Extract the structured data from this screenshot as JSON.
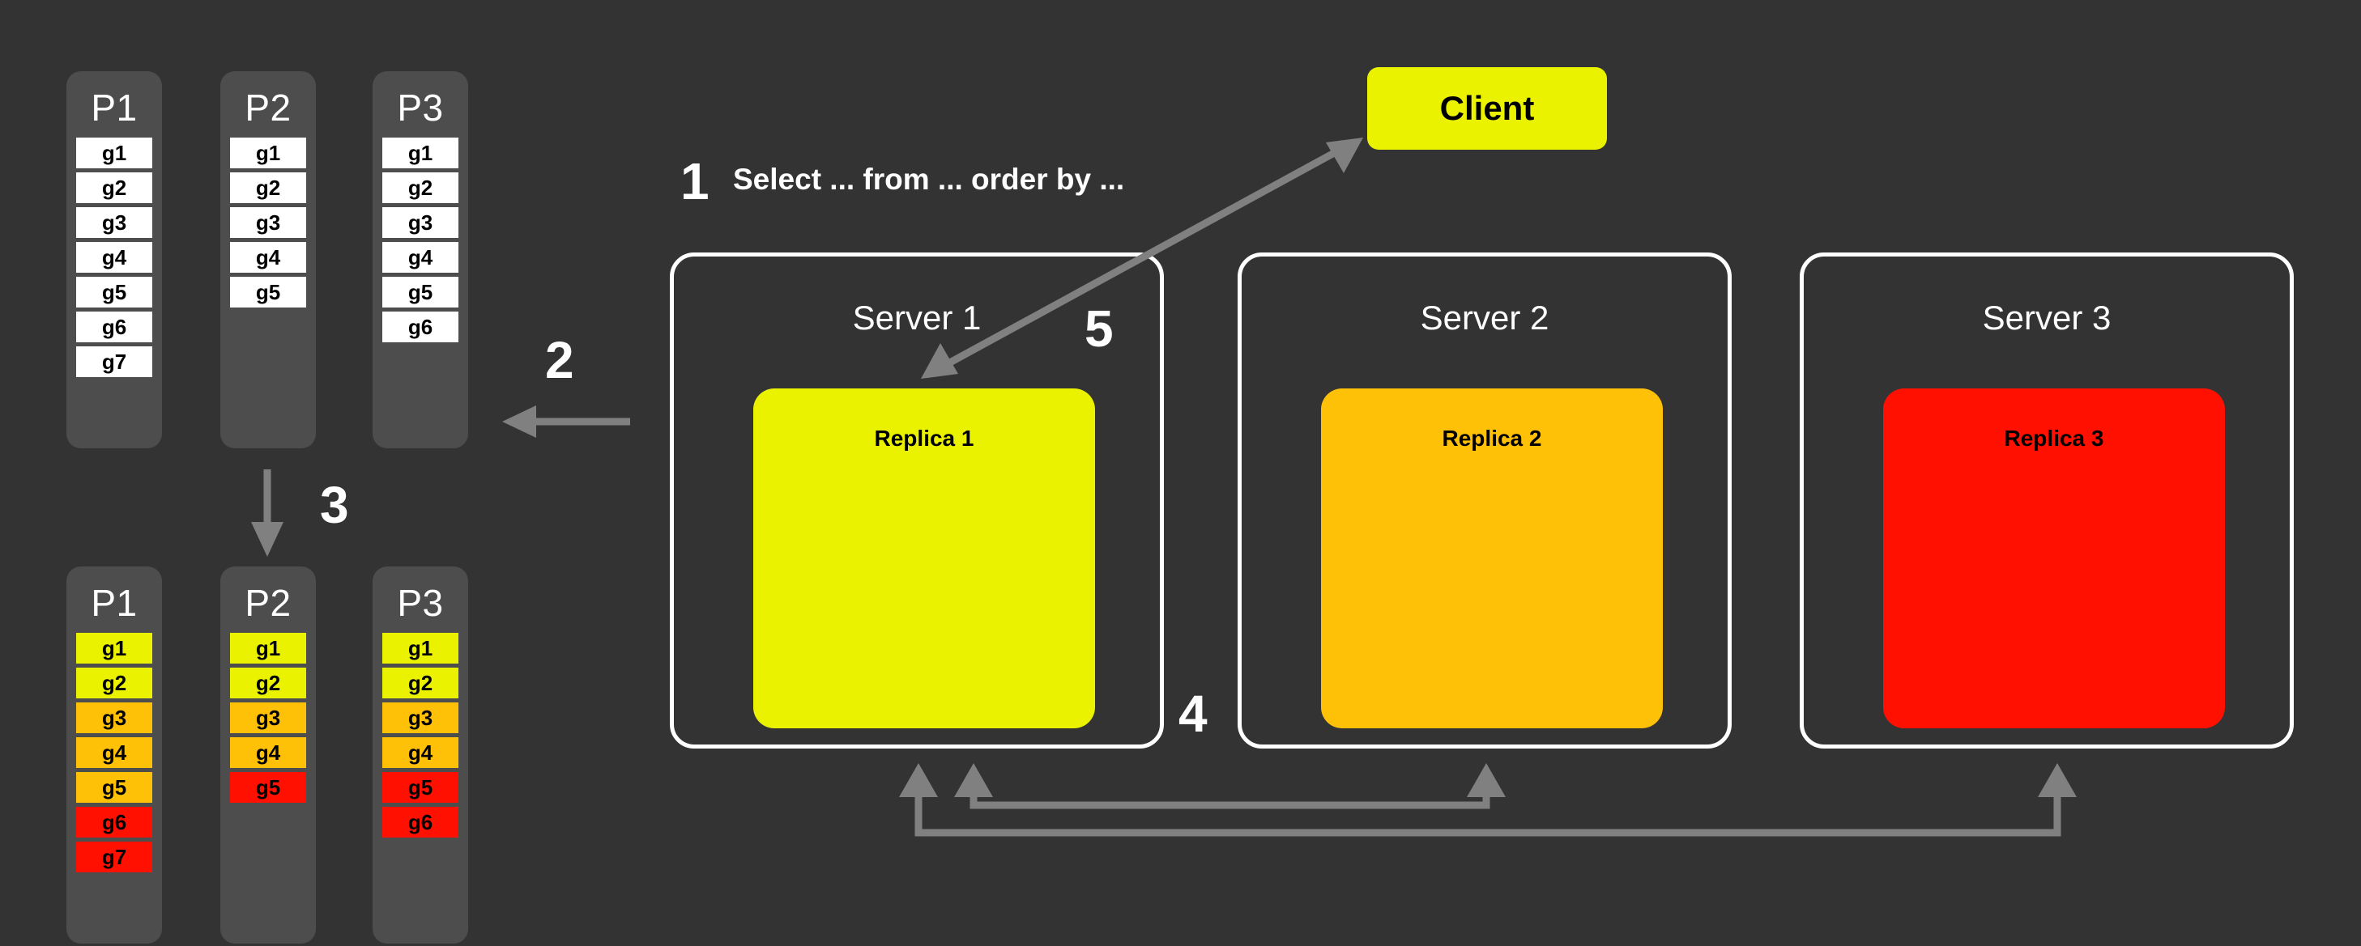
{
  "background_color": "#333333",
  "colors": {
    "column_bg": "#4d4d4d",
    "cell_white": "#ffffff",
    "yellow": "#EAF200",
    "orange": "#FFC107",
    "red": "#FF1000",
    "arrow_gray": "#808080",
    "text_white": "#ffffff",
    "text_black": "#000000",
    "server_border": "#ffffff"
  },
  "partitions_before": {
    "title": "partitions-before-sort",
    "columns": [
      {
        "label": "P1",
        "cells": [
          {
            "text": "g1",
            "color": "#ffffff"
          },
          {
            "text": "g2",
            "color": "#ffffff"
          },
          {
            "text": "g3",
            "color": "#ffffff"
          },
          {
            "text": "g4",
            "color": "#ffffff"
          },
          {
            "text": "g5",
            "color": "#ffffff"
          },
          {
            "text": "g6",
            "color": "#ffffff"
          },
          {
            "text": "g7",
            "color": "#ffffff"
          }
        ]
      },
      {
        "label": "P2",
        "cells": [
          {
            "text": "g1",
            "color": "#ffffff"
          },
          {
            "text": "g2",
            "color": "#ffffff"
          },
          {
            "text": "g3",
            "color": "#ffffff"
          },
          {
            "text": "g4",
            "color": "#ffffff"
          },
          {
            "text": "g5",
            "color": "#ffffff"
          }
        ]
      },
      {
        "label": "P3",
        "cells": [
          {
            "text": "g1",
            "color": "#ffffff"
          },
          {
            "text": "g2",
            "color": "#ffffff"
          },
          {
            "text": "g3",
            "color": "#ffffff"
          },
          {
            "text": "g4",
            "color": "#ffffff"
          },
          {
            "text": "g5",
            "color": "#ffffff"
          },
          {
            "text": "g6",
            "color": "#ffffff"
          }
        ]
      }
    ]
  },
  "partitions_after": {
    "title": "partitions-after-sort",
    "columns": [
      {
        "label": "P1",
        "cells": [
          {
            "text": "g1",
            "color": "#EAF200"
          },
          {
            "text": "g2",
            "color": "#EAF200"
          },
          {
            "text": "g3",
            "color": "#FFC107"
          },
          {
            "text": "g4",
            "color": "#FFC107"
          },
          {
            "text": "g5",
            "color": "#FFC107"
          },
          {
            "text": "g6",
            "color": "#FF1000"
          },
          {
            "text": "g7",
            "color": "#FF1000"
          }
        ]
      },
      {
        "label": "P2",
        "cells": [
          {
            "text": "g1",
            "color": "#EAF200"
          },
          {
            "text": "g2",
            "color": "#EAF200"
          },
          {
            "text": "g3",
            "color": "#FFC107"
          },
          {
            "text": "g4",
            "color": "#FFC107"
          },
          {
            "text": "g5",
            "color": "#FF1000"
          }
        ]
      },
      {
        "label": "P3",
        "cells": [
          {
            "text": "g1",
            "color": "#EAF200"
          },
          {
            "text": "g2",
            "color": "#EAF200"
          },
          {
            "text": "g3",
            "color": "#FFC107"
          },
          {
            "text": "g4",
            "color": "#FFC107"
          },
          {
            "text": "g5",
            "color": "#FF1000"
          },
          {
            "text": "g6",
            "color": "#FF1000"
          }
        ]
      }
    ]
  },
  "steps": {
    "step1": "1",
    "step2": "2",
    "step3": "3",
    "step4": "4",
    "step5": "5"
  },
  "query_caption": "Select ... from ... order by ...",
  "client": {
    "label": "Client",
    "color": "#EAF200"
  },
  "servers": [
    {
      "label": "Server 1",
      "replica": {
        "label": "Replica 1",
        "color": "#EAF200"
      }
    },
    {
      "label": "Server 2",
      "replica": {
        "label": "Replica 2",
        "color": "#FFC107"
      }
    },
    {
      "label": "Server 3",
      "replica": {
        "label": "Replica 3",
        "color": "#FF1000"
      }
    }
  ]
}
